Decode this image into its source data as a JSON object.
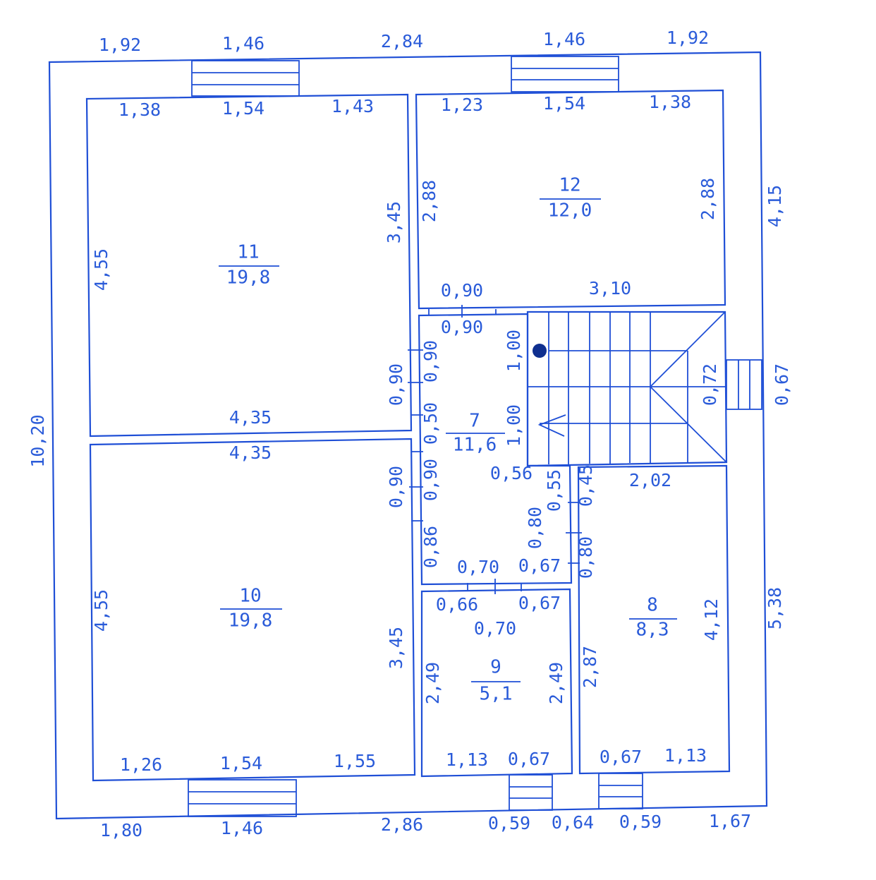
{
  "colors": {
    "line": "#1f4fd6",
    "text": "#2a5bd9"
  },
  "rooms": [
    {
      "number": "11",
      "area": "19,8"
    },
    {
      "number": "12",
      "area": "12,0"
    },
    {
      "number": "7",
      "area": "11,6"
    },
    {
      "number": "10",
      "area": "19,8"
    },
    {
      "number": "9",
      "area": "5,1"
    },
    {
      "number": "8",
      "area": "8,3"
    }
  ],
  "outer_top": [
    "1,92",
    "1,46",
    "2,84",
    "1,46",
    "1,92"
  ],
  "outer_bottom": [
    "1,80",
    "1,46",
    "2,86",
    "0,59",
    "0,64",
    "0,59",
    "1,67"
  ],
  "outer_left": "10,20",
  "outer_right": [
    "4,15",
    "0,67",
    "5,38"
  ],
  "room11": {
    "top": [
      "1,38",
      "1,54",
      "1,43"
    ],
    "left": "4,55",
    "right": "3,45",
    "bottom": "4,35"
  },
  "room12": {
    "top": [
      "1,23",
      "1,54",
      "1,38"
    ],
    "left": "2,88",
    "right": "2,88",
    "bottom": [
      "0,90",
      "3,10"
    ]
  },
  "room10": {
    "top": "4,35",
    "left": "4,55",
    "right": "3,45",
    "bottom": [
      "1,26",
      "1,54",
      "1,55"
    ]
  },
  "room7": {
    "top": "0,90",
    "left": [
      "0,90",
      "0,50",
      "0,90",
      "0,86"
    ],
    "stairs": [
      "1,00",
      "1,00",
      "0,72"
    ],
    "mid": [
      "0,56",
      "0,55",
      "0,80"
    ],
    "bottom": [
      "0,70",
      "0,67"
    ]
  },
  "partition": [
    "0,90",
    "0,90"
  ],
  "room8": {
    "top": "2,02",
    "left": [
      "0,45",
      "0,80",
      "2,87"
    ],
    "right": "4,12",
    "bottom": [
      "0,67",
      "1,13"
    ]
  },
  "room9": {
    "top": [
      "0,66",
      "0,67",
      "0,70"
    ],
    "left": "2,49",
    "right": "2,49",
    "bottom": [
      "1,13",
      "0,67"
    ]
  }
}
